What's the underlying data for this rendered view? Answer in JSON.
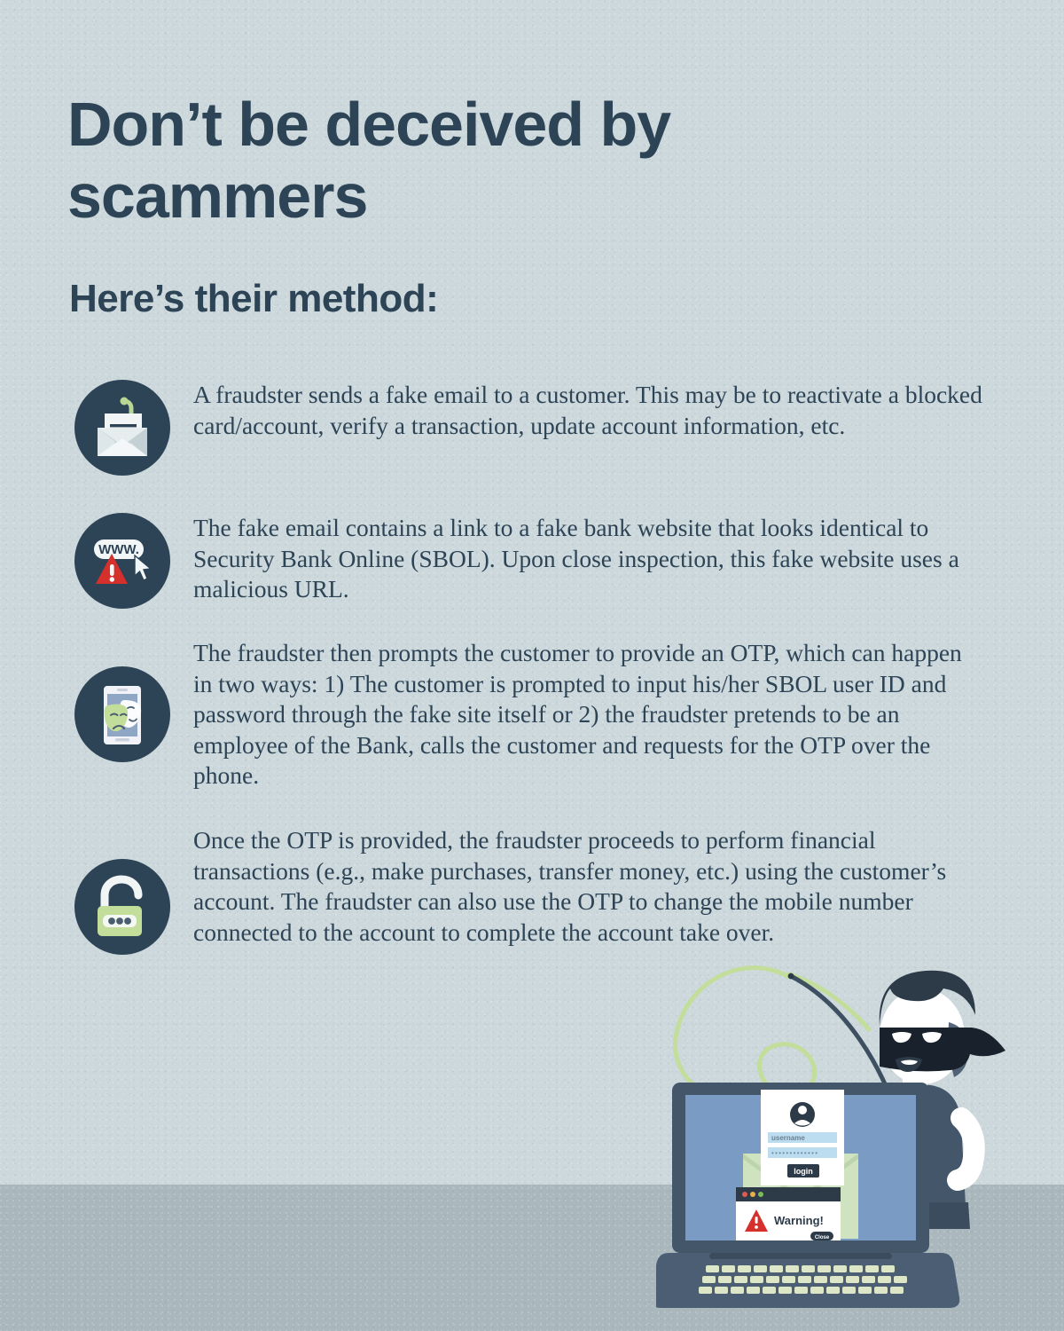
{
  "page": {
    "background_top_color": "#ccd8db",
    "background_floor_color": "#aab8bd",
    "ink_color": "#2d4356",
    "accent_green": "#c3dd9a",
    "accent_red": "#d6302c"
  },
  "heading": {
    "title": "Don’t be deceived by scammers",
    "subtitle": "Here’s their method:"
  },
  "steps": [
    {
      "icon": "email-hook-icon",
      "text": "A fraudster sends a fake email to a customer. This may be to reactivate a blocked card/account, verify a transaction, update account information, etc."
    },
    {
      "icon": "malicious-website-warning-icon",
      "text": "The fake email contains a link to a fake bank website that looks identical to Security Bank Online (SBOL). Upon close inspection, this fake website uses a malicious URL."
    },
    {
      "icon": "phone-masks-impersonation-icon",
      "text": "The fraudster then prompts the customer to provide an OTP, which can happen in two ways: 1) The customer is prompted to input his/her SBOL user ID and password through the fake site itself or 2) the fraudster pretends to be an employee of the Bank, calls the customer and requests for the OTP over the phone."
    },
    {
      "icon": "open-padlock-password-icon",
      "text": "Once the OTP is provided, the fraudster proceeds to perform financial transactions (e.g., make purchases, transfer money, etc.) using the customer’s account. The fraudster can also use the OTP to change the mobile number connected to the account to complete the account take over."
    }
  ],
  "icon_labels": {
    "www_bubble": "WWW."
  },
  "illustration": {
    "name": "phishing-scammer-with-laptop",
    "screen": {
      "username_field_value": "username",
      "password_field_value": "•••••••••••••",
      "login_button_label": "login",
      "warning_title": "Warning!",
      "close_button_label": "Close"
    }
  }
}
